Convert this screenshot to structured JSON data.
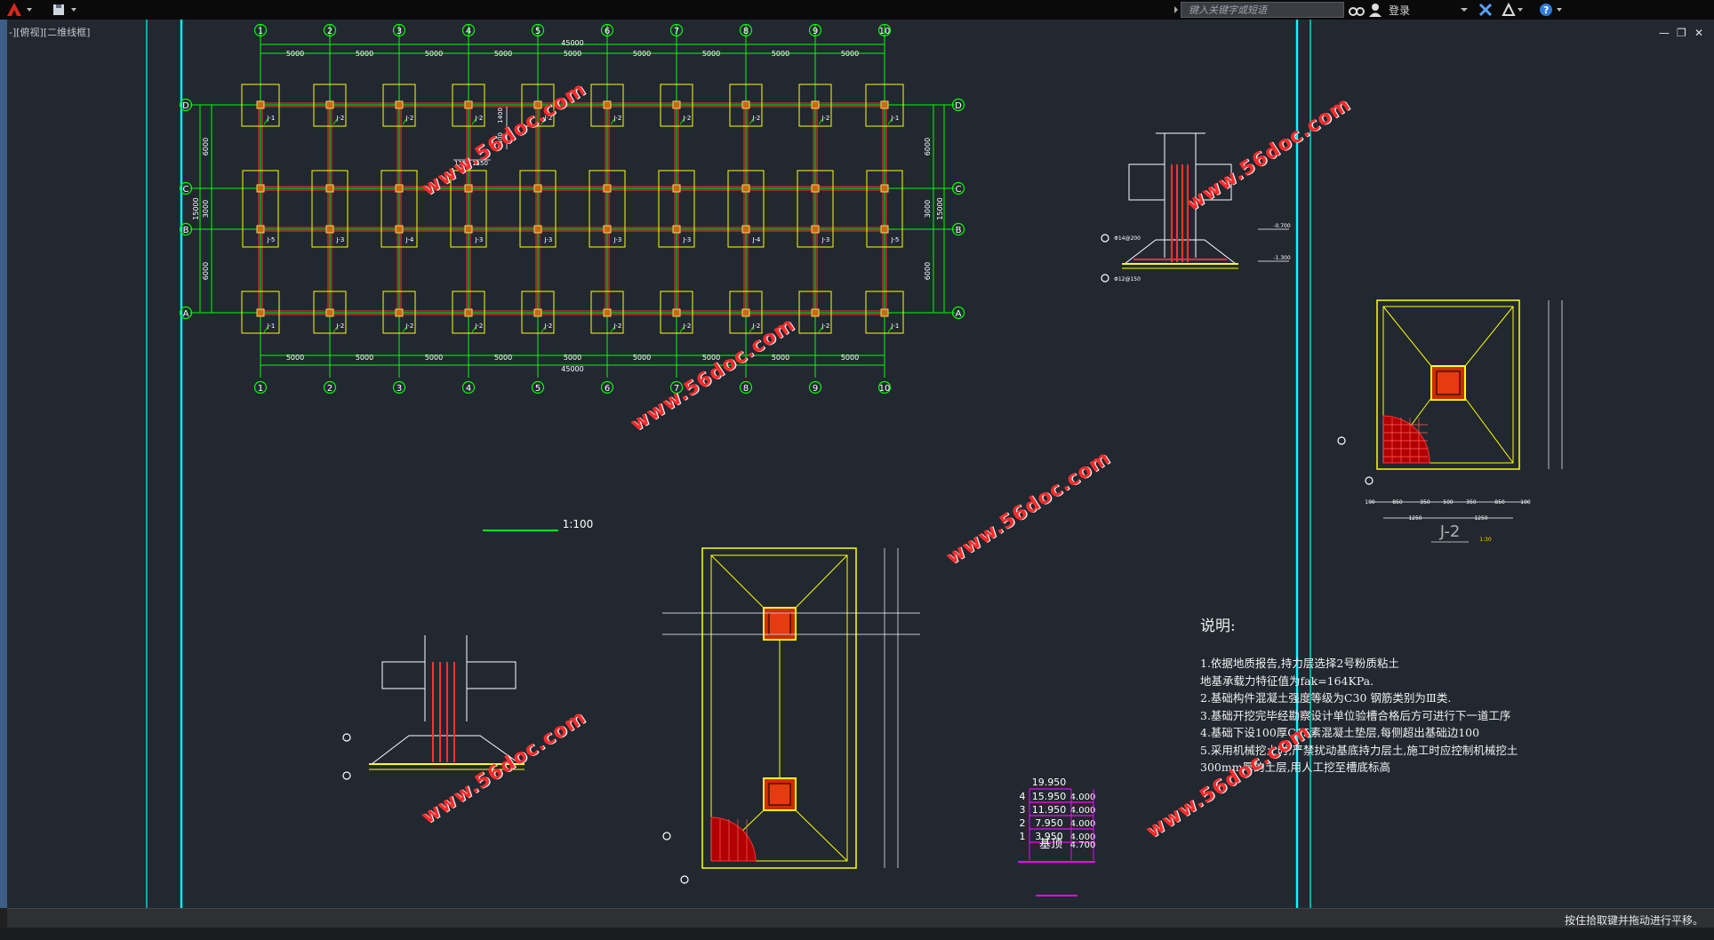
{
  "titlebar": {
    "search_placeholder": "键入关键字或短语",
    "login_label": "登录",
    "menu_items": [
      "application-menu",
      "quick-access",
      "binoculars",
      "user",
      "exchange",
      "autodesk-a360",
      "help"
    ]
  },
  "viewport_label": "-][俯视][二维线框]",
  "status_text": "按住拾取键并拖动进行平移。",
  "plan": {
    "grid_cols": [
      "1",
      "2",
      "3",
      "4",
      "5",
      "6",
      "7",
      "8",
      "9",
      "10"
    ],
    "grid_rows": [
      "D",
      "C",
      "B",
      "A"
    ],
    "spans": [
      "5000",
      "5000",
      "5000",
      "5000",
      "5000",
      "5000",
      "5000",
      "5000",
      "5000"
    ],
    "total": "45000",
    "row_spans_left": [
      "6000",
      "3000",
      "6000"
    ],
    "row_total_left": "15000",
    "row_spans_right": [
      "6000",
      "3000",
      "6000"
    ],
    "row_total_right": "15000",
    "scale": "1:100",
    "detail_dims": [
      "1150",
      "1150",
      "1400",
      "1400"
    ],
    "footing_labels_D": [
      "J-1",
      "J-2",
      "J-2",
      "J-2",
      "J-2",
      "J-2",
      "J-2",
      "J-2",
      "J-2",
      "J-1"
    ],
    "footing_labels_B": [
      "J-5",
      "J-3",
      "J-4",
      "J-3",
      "J-3",
      "J-3",
      "J-3",
      "J-4",
      "J-3",
      "J-5"
    ],
    "footing_labels_A": [
      "J-1",
      "J-2",
      "J-2",
      "J-2",
      "J-2",
      "J-2",
      "J-2",
      "J-2",
      "J-2",
      "J-1"
    ]
  },
  "detail_j2": {
    "title": "J-2",
    "scale": "1:30",
    "levels": [
      "-0.700",
      "-1.300"
    ],
    "rebar": [
      "Φ14@200",
      "Φ12@150"
    ],
    "dims": [
      "100",
      "850",
      "350",
      "500",
      "350",
      "850",
      "100",
      "1250",
      "1250"
    ]
  },
  "level_table": {
    "top": "19.950",
    "rows": [
      {
        "no": "4",
        "level": "15.950",
        "h": "4.000"
      },
      {
        "no": "3",
        "level": "11.950",
        "h": "4.000"
      },
      {
        "no": "2",
        "level": "7.950",
        "h": "4.000"
      },
      {
        "no": "1",
        "level": "3.950",
        "h": "4.000"
      }
    ],
    "base_label": "基顶",
    "base_h": "4.700"
  },
  "notes": {
    "heading": "说明:",
    "lines": [
      "1.依据地质报告,持力层选择2号粉质粘土",
      "  地基承载力特征值为fak=164KPa.",
      "2.基础构件混凝土强度等级为C30   钢筋类别为Ⅲ类.",
      "3.基础开挖完毕经勘察设计单位验槽合格后方可进行下一道工序",
      "4.基础下设100厚C15素混凝土垫层,每侧超出基础边100",
      "5.采用机械挖土时,严禁扰动基底持力层土,施工时应控制机械挖土",
      "  300mm厚的土层,用人工挖至槽底标高"
    ]
  },
  "watermark": "www.56doc.com",
  "colors": {
    "canvas": "#212830",
    "grid": "#00ff00",
    "footing": "#ffff00",
    "beam": "#ff3030",
    "cyan": "#00ffff",
    "magenta": "#ff00ff",
    "watermark": "#ff2a2a"
  }
}
